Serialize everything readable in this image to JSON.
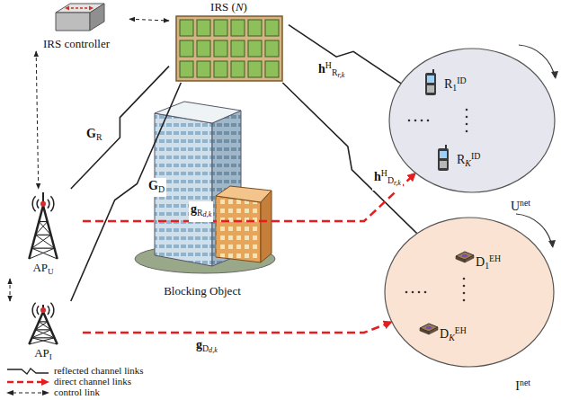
{
  "diagram": {
    "nodes": [
      {
        "text": [
          "IRS controller"
        ]
      },
      {
        "text": [
          "IRS (N)"
        ]
      },
      {
        "text": [
          "APU"
        ]
      },
      {
        "text": [
          "API"
        ]
      },
      {
        "text": [
          "Blocking Object"
        ]
      },
      {
        "text": [
          "Unet"
        ]
      },
      {
        "text": [
          "R1ID"
        ],
        "in": 5
      },
      {
        "text": [
          "RKID"
        ],
        "in": 5
      },
      {
        "text": [
          "Inet"
        ]
      },
      {
        "text": [
          "D1EH"
        ],
        "in": 8
      },
      {
        "text": [
          "DKEH"
        ],
        "in": 8
      }
    ],
    "edges": [
      {
        "from": 0,
        "to": 1,
        "arrow": "both"
      },
      {
        "from": 0,
        "to": 2,
        "arrow": "both"
      },
      {
        "from": 2,
        "to": 3,
        "arrow": "both"
      },
      {
        "from": 2,
        "to": 1,
        "label": "GR",
        "arrow": "none"
      },
      {
        "from": 3,
        "to": 1,
        "label": "GD",
        "arrow": "none"
      },
      {
        "from": 1,
        "to": 5,
        "label": "hHRr,k",
        "arrow": "none"
      },
      {
        "from": 1,
        "to": 8,
        "label": "hHDr,k",
        "arrow": "none"
      },
      {
        "from": 2,
        "to": 5,
        "label": "gRd,k",
        "arrow": "to"
      },
      {
        "from": 3,
        "to": 8,
        "label": "gDd,k",
        "arrow": "to"
      }
    ],
    "legend": [
      {
        "text": "reflected channel links"
      },
      {
        "text": "direct channel links"
      },
      {
        "text": "control link"
      }
    ]
  }
}
